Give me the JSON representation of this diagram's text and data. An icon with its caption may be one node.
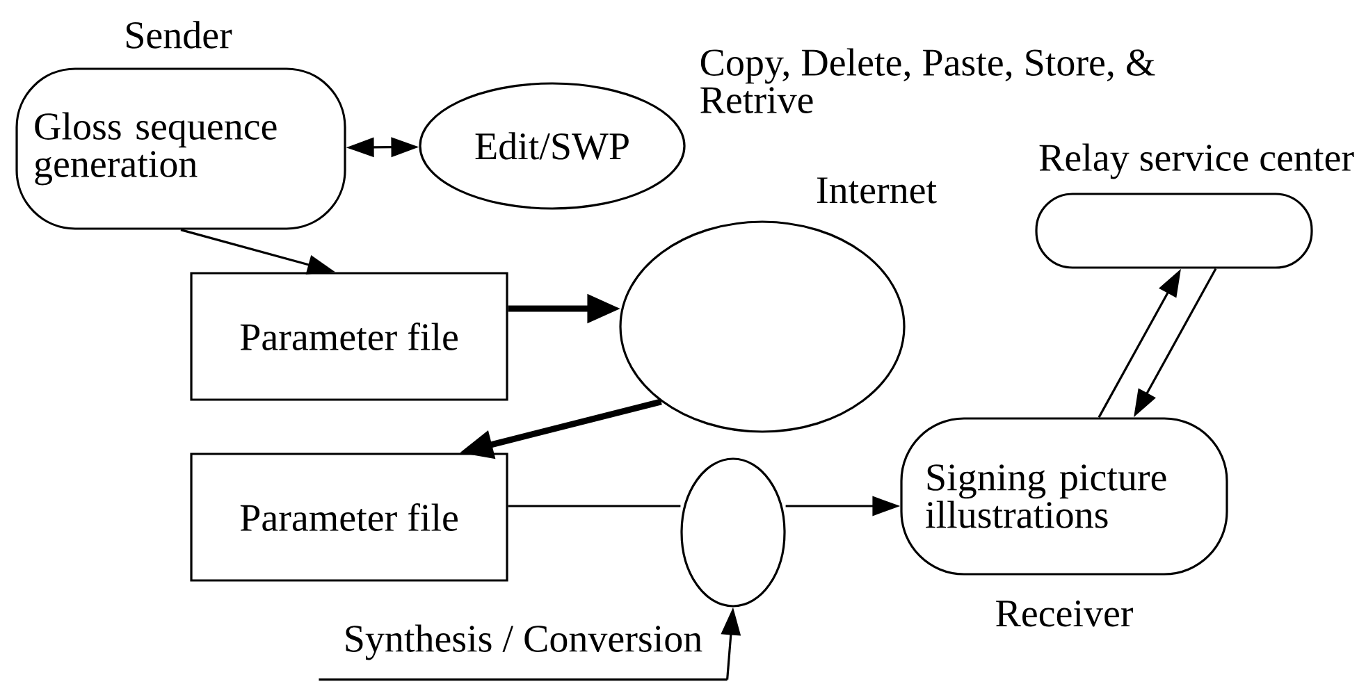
{
  "diagram": {
    "nodes": [
      {
        "text": [
          "Sender",
          "Gloss sequence generation"
        ]
      },
      {
        "text": [
          "Edit/SWP"
        ]
      },
      {
        "text": [
          "Parameter file"
        ]
      },
      {
        "text": [
          "Internet"
        ]
      },
      {
        "text": [
          "Parameter file"
        ]
      },
      {
        "text": [],
        "shape": "ellipse"
      },
      {
        "text": [
          "Signing picture illustrations"
        ],
        "beside": [
          "Receiver"
        ]
      },
      {
        "text": [
          "Relay service center"
        ]
      },
      {
        "text": [
          "Synthesis / Conversion"
        ]
      }
    ],
    "edges": [
      {
        "from": 0,
        "to": 1,
        "arrow": "both"
      },
      {
        "from": 0,
        "to": 2,
        "arrow": "to"
      },
      {
        "from": 2,
        "to": 3,
        "arrow": "to",
        "style": "thick"
      },
      {
        "from": 3,
        "to": 4,
        "arrow": "to",
        "style": "thick"
      },
      {
        "from": 4,
        "to": 5,
        "arrow": "none"
      },
      {
        "from": 5,
        "to": 6,
        "arrow": "to"
      },
      {
        "from": 8,
        "to": 5,
        "arrow": "to"
      },
      {
        "from": 6,
        "to": 7,
        "arrow": "to"
      },
      {
        "from": 7,
        "to": 6,
        "arrow": "to"
      }
    ],
    "labels": [
      "Copy, Delete, Paste, Store, & Retrive"
    ]
  }
}
